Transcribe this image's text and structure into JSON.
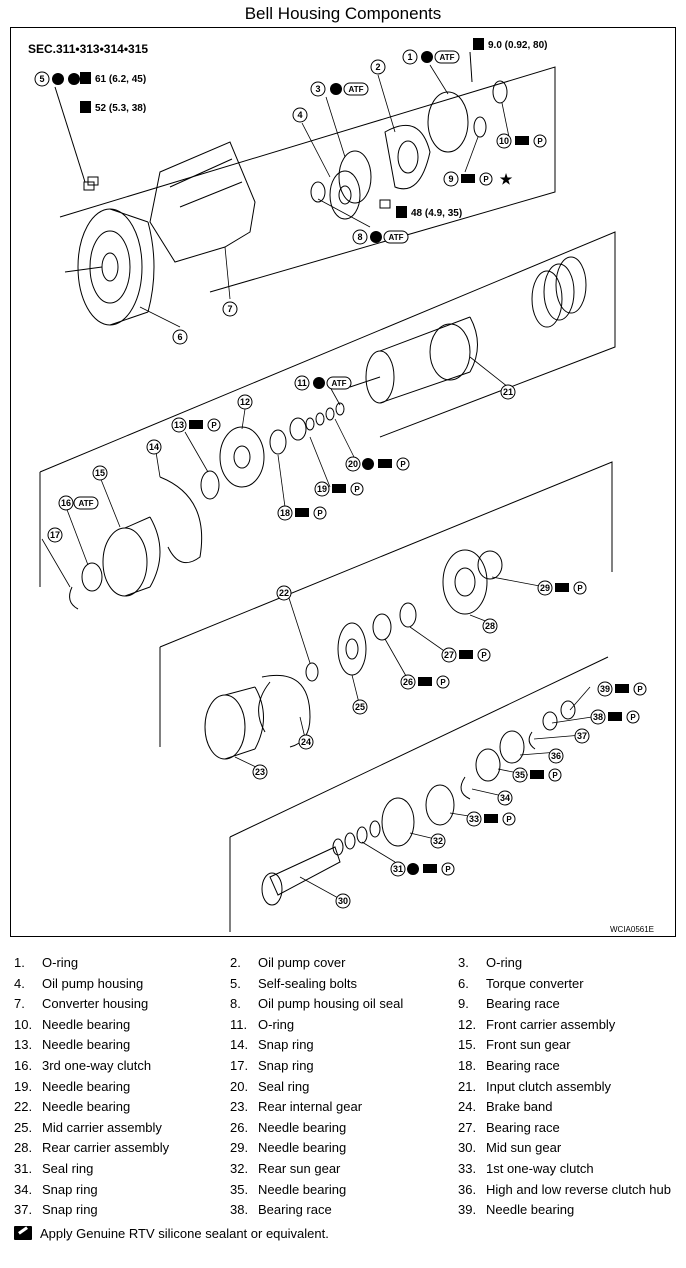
{
  "title": "Bell Housing Components",
  "section": "SEC.311•313•314•315",
  "figure_id": "WCIA0561E",
  "torque_specs": [
    {
      "label": "9.0  (0.92,  80)"
    },
    {
      "label": "61  (6.2,  45)"
    },
    {
      "label": "52  (5.3,  38)"
    },
    {
      "label": "48  (4.9,  35)"
    }
  ],
  "callouts": [
    "1",
    "2",
    "3",
    "4",
    "5",
    "6",
    "7",
    "8",
    "9",
    "10",
    "11",
    "12",
    "13",
    "14",
    "15",
    "16",
    "17",
    "18",
    "19",
    "20",
    "21",
    "22",
    "23",
    "24",
    "25",
    "26",
    "27",
    "28",
    "29",
    "30",
    "31",
    "32",
    "33",
    "34",
    "35",
    "36",
    "37",
    "38",
    "39"
  ],
  "tags": {
    "atf": "ATF",
    "petroleum": "P"
  },
  "legend": [
    {
      "num": "1.",
      "name": "O-ring"
    },
    {
      "num": "2.",
      "name": "Oil pump cover"
    },
    {
      "num": "3.",
      "name": "O-ring"
    },
    {
      "num": "4.",
      "name": "Oil pump housing"
    },
    {
      "num": "5.",
      "name": "Self-sealing bolts"
    },
    {
      "num": "6.",
      "name": "Torque converter"
    },
    {
      "num": "7.",
      "name": "Converter housing"
    },
    {
      "num": "8.",
      "name": "Oil pump housing oil seal"
    },
    {
      "num": "9.",
      "name": "Bearing race"
    },
    {
      "num": "10.",
      "name": "Needle bearing"
    },
    {
      "num": "11.",
      "name": "O-ring"
    },
    {
      "num": "12.",
      "name": "Front carrier assembly"
    },
    {
      "num": "13.",
      "name": "Needle bearing"
    },
    {
      "num": "14.",
      "name": "Snap ring"
    },
    {
      "num": "15.",
      "name": "Front sun gear"
    },
    {
      "num": "16.",
      "name": "3rd one-way clutch"
    },
    {
      "num": "17.",
      "name": "Snap ring"
    },
    {
      "num": "18.",
      "name": "Bearing race"
    },
    {
      "num": "19.",
      "name": "Needle bearing"
    },
    {
      "num": "20.",
      "name": "Seal ring"
    },
    {
      "num": "21.",
      "name": "Input clutch assembly"
    },
    {
      "num": "22.",
      "name": "Needle bearing"
    },
    {
      "num": "23.",
      "name": "Rear internal gear"
    },
    {
      "num": "24.",
      "name": "Brake band"
    },
    {
      "num": "25.",
      "name": "Mid carrier assembly"
    },
    {
      "num": "26.",
      "name": "Needle bearing"
    },
    {
      "num": "27.",
      "name": "Bearing race"
    },
    {
      "num": "28.",
      "name": "Rear carrier assembly"
    },
    {
      "num": "29.",
      "name": "Needle bearing"
    },
    {
      "num": "30.",
      "name": "Mid sun gear"
    },
    {
      "num": "31.",
      "name": "Seal ring"
    },
    {
      "num": "32.",
      "name": "Rear sun gear"
    },
    {
      "num": "33.",
      "name": "1st one-way clutch"
    },
    {
      "num": "34.",
      "name": "Snap ring"
    },
    {
      "num": "35.",
      "name": "Needle bearing"
    },
    {
      "num": "36.",
      "name": "High and low reverse clutch hub"
    },
    {
      "num": "37.",
      "name": "Snap ring"
    },
    {
      "num": "38.",
      "name": "Bearing race"
    },
    {
      "num": "39.",
      "name": "Needle bearing"
    }
  ],
  "note": "Apply Genuine RTV silicone sealant or equivalent."
}
